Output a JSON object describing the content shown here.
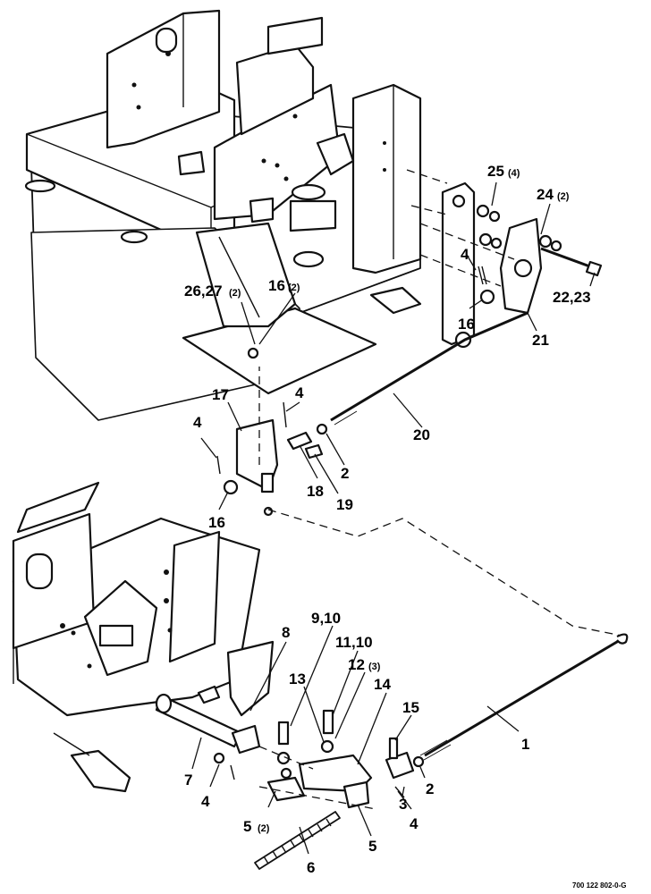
{
  "callouts": {
    "c25": "25",
    "c25_qty": "(4)",
    "c24": "24",
    "c24_qty": "(2)",
    "c4a": "4",
    "c22": "22,23",
    "c26": "26,27",
    "c26_qty": "(2)",
    "c16a": "16",
    "c16a_qty": "(2)",
    "c16b": "16",
    "c21": "21",
    "c17": "17",
    "c4b": "4",
    "c4c": "4",
    "c20": "20",
    "c2a": "2",
    "c18": "18",
    "c19": "19",
    "c16c": "16",
    "c8": "8",
    "c9": "9,10",
    "c11": "11,10",
    "c12": "12",
    "c12_qty": "(3)",
    "c13": "13",
    "c14": "14",
    "c15": "15",
    "c1": "1",
    "c7": "7",
    "c4d": "4",
    "c2b": "2",
    "c3": "3",
    "c4e": "4",
    "c5a": "5",
    "c5a_qty": "(2)",
    "c5b": "5",
    "c6": "6"
  },
  "drawing_id": "700 122 802-0-G"
}
